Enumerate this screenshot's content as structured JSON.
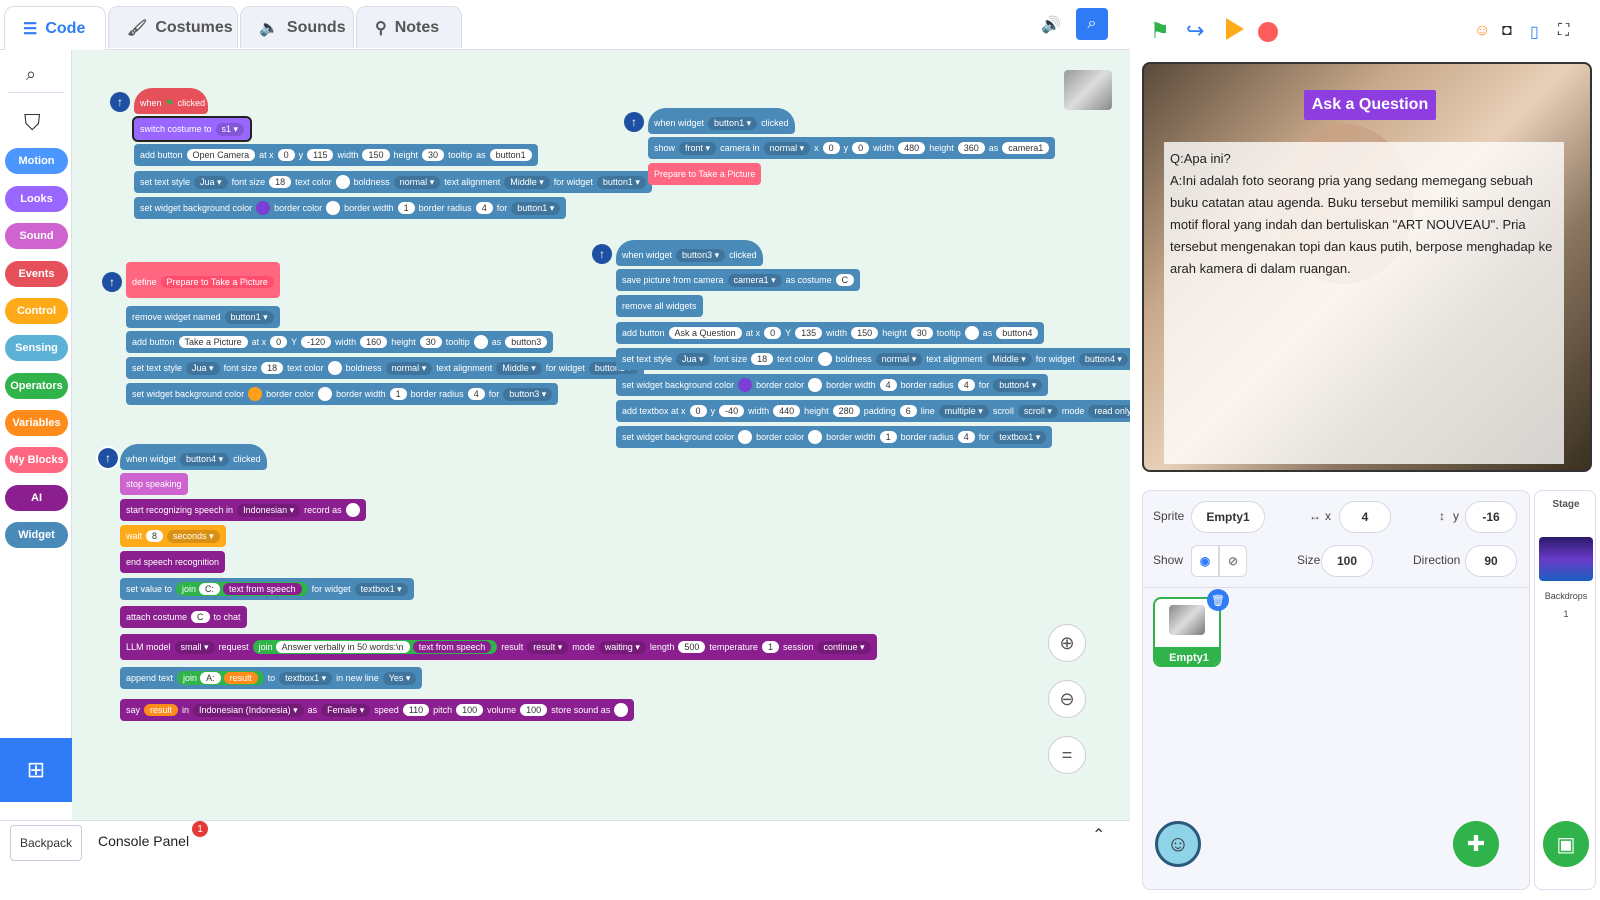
{
  "tabs": {
    "code": "Code",
    "costumes": "Costumes",
    "sounds": "Sounds",
    "notes": "Notes"
  },
  "categories": [
    {
      "label": "Motion",
      "color": "#4c97ff"
    },
    {
      "label": "Looks",
      "color": "#9966ff"
    },
    {
      "label": "Sound",
      "color": "#cf63cf"
    },
    {
      "label": "Events",
      "color": "#e6505a"
    },
    {
      "label": "Control",
      "color": "#ffab19"
    },
    {
      "label": "Sensing",
      "color": "#5cb1d6"
    },
    {
      "label": "Operators",
      "color": "#2fb34a"
    },
    {
      "label": "Variables",
      "color": "#ff8c1a"
    },
    {
      "label": "My Blocks",
      "color": "#ff6680"
    },
    {
      "label": "AI",
      "color": "#8b1f8f"
    },
    {
      "label": "Widget",
      "color": "#4a8ab8"
    }
  ],
  "blocks": {
    "s1": {
      "when": "when",
      "clicked": "clicked",
      "switch_costume": "switch costume to",
      "s1": "s1",
      "add_button": "add button",
      "open_camera": "Open Camera",
      "at_x": "at x",
      "x0": "0",
      "y": "y",
      "y115": "115",
      "width": "width",
      "w150": "150",
      "height": "height",
      "h30": "30",
      "tooltip": "tooltip",
      "as": "as",
      "button1": "button1",
      "set_text_style": "set text style",
      "jua": "Jua",
      "font_size": "font size",
      "fs18": "18",
      "text_color": "text color",
      "boldness": "boldness",
      "normal": "normal",
      "text_alignment": "text alignment",
      "middle": "Middle",
      "for_widget": "for widget",
      "set_bg": "set widget background color",
      "border_color": "border color",
      "border_width": "border width",
      "bw1": "1",
      "border_radius": "border radius",
      "br4": "4",
      "for": "for"
    },
    "s2": {
      "when_widget": "when widget",
      "button1": "button1",
      "clicked": "clicked",
      "show": "show",
      "front": "front",
      "camera_in": "camera in",
      "normal": "normal",
      "x": "x",
      "x0": "0",
      "y": "y",
      "y0": "0",
      "width": "width",
      "w480": "480",
      "height": "height",
      "h360": "360",
      "as": "as",
      "camera1": "camera1",
      "prepare": "Prepare to Take a Picture"
    },
    "s3": {
      "define": "define",
      "prepare": "Prepare to Take a Picture",
      "remove_named": "remove widget named",
      "button1": "button1",
      "add_button": "add button",
      "take_picture": "Take a Picture",
      "at_x": "at x",
      "x0": "0",
      "y": "Y",
      "yn120": "-120",
      "width": "width",
      "w160": "160",
      "height": "height",
      "h30": "30",
      "tooltip": "tooltip",
      "as": "as",
      "button3": "button3",
      "set_text_style": "set text style",
      "jua": "Jua",
      "font_size": "font size",
      "fs18": "18",
      "text_color": "text color",
      "boldness": "boldness",
      "normal": "normal",
      "text_alignment": "text alignment",
      "middle": "Middle",
      "for_widget": "for widget",
      "set_bg": "set widget background color",
      "border_color": "border color",
      "border_width": "border width",
      "bw1": "1",
      "border_radius": "border radius",
      "br4": "4",
      "for": "for"
    },
    "s4": {
      "when_widget": "when widget",
      "button3": "button3",
      "clicked": "clicked",
      "save_picture": "save picture from camera",
      "camera1": "camera1",
      "as_costume": "as costume",
      "c": "C",
      "remove_all": "remove all widgets",
      "add_button": "add button",
      "ask": "Ask a Question",
      "at_x": "at x",
      "x0": "0",
      "y": "Y",
      "y135": "135",
      "width": "width",
      "w150": "150",
      "height": "height",
      "h30": "30",
      "tooltip": "tooltip",
      "as": "as",
      "button4": "button4",
      "set_text_style": "set text style",
      "jua": "Jua",
      "font_size": "font size",
      "fs18": "18",
      "text_color": "text color",
      "boldness": "boldness",
      "normal": "normal",
      "text_alignment": "text alignment",
      "middle": "Middle",
      "for_widget": "for widget",
      "set_bg": "set widget background color",
      "border_color": "border color",
      "border_width": "border width",
      "bw4": "4",
      "bw1": "1",
      "border_radius": "border radius",
      "br4": "4",
      "for": "for",
      "add_textbox": "add textbox at x",
      "y2": "y",
      "yn40": "-40",
      "w440": "440",
      "h280": "280",
      "padding": "padding",
      "p6": "6",
      "line": "line",
      "multiple": "multiple",
      "scroll": "scroll",
      "mode": "mode",
      "read_only": "read only",
      "textbox1": "textbox1"
    },
    "s5": {
      "when_widget": "when widget",
      "button4": "button4",
      "clicked": "clicked",
      "stop_speaking": "stop speaking",
      "start_recog": "start recognizing speech in",
      "indonesian": "Indonesian",
      "record_as": "record as",
      "wait": "wait",
      "w8": "8",
      "seconds": "seconds",
      "end_recog": "end speech recognition",
      "set_value": "set value to",
      "join": "join",
      "cq": "C:",
      "text_from_speech": "text from speech",
      "for_widget": "for widget",
      "textbox1": "textbox1",
      "attach_costume": "attach costume",
      "c": "C",
      "to_chat": "to chat",
      "llm": "LLM model",
      "small": "small",
      "request": "request",
      "answer_verbally": "Answer verbally in 50 words:\\n",
      "result": "result",
      "mode": "mode",
      "waiting": "waiting",
      "length": "length",
      "l500": "500",
      "temperature": "temperature",
      "t1": "1",
      "session": "session",
      "continue": "continue",
      "append_text": "append text",
      "a": "A:",
      "to": "to",
      "in_new_line": "in new line",
      "yes": "Yes",
      "say": "say",
      "in": "in",
      "indonesian_id": "Indonesian (Indonesia)",
      "female": "Female",
      "speed": "speed",
      "s110": "110",
      "pitch": "pitch",
      "p100": "100",
      "volume": "volume",
      "v100": "100",
      "store_sound": "store sound as"
    }
  },
  "bottom": {
    "backpack": "Backpack",
    "console": "Console Panel",
    "badge": "1"
  },
  "stage": {
    "ask_button": "Ask a Question",
    "q": "Q:Apa ini?",
    "a": "A:Ini adalah foto seorang pria yang sedang memegang sebuah buku catatan atau agenda. Buku tersebut memiliki sampul dengan motif floral yang indah dan bertuliskan \"ART NOUVEAU\". Pria tersebut mengenakan topi dan kaus putih, berpose menghadap ke arah kamera di dalam ruangan."
  },
  "sprite": {
    "sprite_label": "Sprite",
    "sprite_name": "Empty1",
    "x_label": "x",
    "x": "4",
    "y_label": "y",
    "y": "-16",
    "show_label": "Show",
    "size_label": "Size",
    "size": "100",
    "direction_label": "Direction",
    "direction": "90",
    "thumb_name": "Empty1"
  },
  "stage_pane": {
    "title": "Stage",
    "backdrops": "Backdrops",
    "count": "1"
  }
}
